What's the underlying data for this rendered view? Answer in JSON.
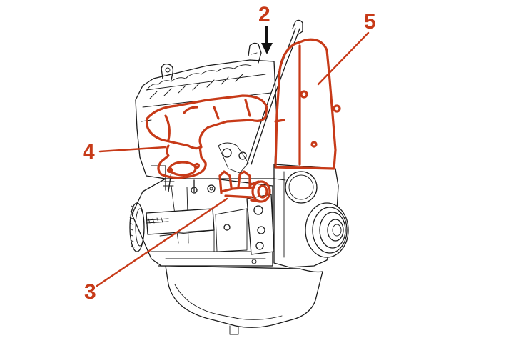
{
  "colors": {
    "highlight": "#c73a18",
    "arrow": "#111111",
    "line_art": "#1a1a1a",
    "background": "#ffffff"
  },
  "callouts": [
    {
      "id": "2",
      "label": "2",
      "color": "#c73a18",
      "marker": "black-down-arrow"
    },
    {
      "id": "3",
      "label": "3",
      "color": "#c73a18",
      "marker": "leader-line"
    },
    {
      "id": "4",
      "label": "4",
      "color": "#c73a18",
      "marker": "leader-line"
    },
    {
      "id": "5",
      "label": "5",
      "color": "#c73a18",
      "marker": "leader-line"
    }
  ]
}
